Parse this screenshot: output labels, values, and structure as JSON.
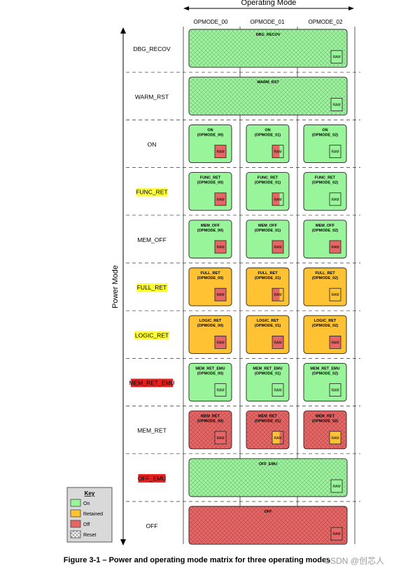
{
  "header": {
    "title": "Operating Mode"
  },
  "axis": {
    "power_label": "Power Mode"
  },
  "columns": [
    "OPMODE_00",
    "OPMODE_01",
    "OPMODE_02"
  ],
  "ram_label": "RAM",
  "colors": {
    "on": "#99f599",
    "retained": "#ffc233",
    "off": "#e66666",
    "highlight_yellow": "#ffff33",
    "highlight_red": "#e62020",
    "border": "#222222"
  },
  "rows": [
    {
      "label": "DBG_RECOV",
      "highlight": "",
      "span": true,
      "color": "on",
      "reset": true,
      "cells": [
        {
          "name": "DBG_RECOV",
          "sub": "",
          "ram": "on"
        }
      ]
    },
    {
      "label": "WARM_RST",
      "highlight": "",
      "span": true,
      "color": "on",
      "reset": true,
      "cells": [
        {
          "name": "WARM_RST",
          "sub": "",
          "ram": "on"
        }
      ]
    },
    {
      "label": "ON",
      "highlight": "",
      "span": false,
      "color": "on",
      "reset": false,
      "cells": [
        {
          "name": "ON",
          "sub": "(OPMODE_00)",
          "ram": "off"
        },
        {
          "name": "ON",
          "sub": "(OPMODE_01)",
          "ram": "off-on"
        },
        {
          "name": "ON",
          "sub": "(OPMODE_02)",
          "ram": "on"
        }
      ]
    },
    {
      "label": "FUNC_RET",
      "highlight": "yellow",
      "span": false,
      "color": "on",
      "reset": false,
      "cells": [
        {
          "name": "FUNC_RET",
          "sub": "(OPMODE_00)",
          "ram": "off"
        },
        {
          "name": "FUNC_RET",
          "sub": "(OPMODE_01)",
          "ram": "off-on"
        },
        {
          "name": "FUNC_RET",
          "sub": "(OPMODE_02)",
          "ram": "on"
        }
      ]
    },
    {
      "label": "MEM_OFF",
      "highlight": "",
      "span": false,
      "color": "on",
      "reset": false,
      "cells": [
        {
          "name": "MEM_OFF",
          "sub": "(OPMODE_00)",
          "ram": "off"
        },
        {
          "name": "MEM_OFF",
          "sub": "(OPMODE_01)",
          "ram": "off"
        },
        {
          "name": "MEM_OFF",
          "sub": "(OPMODE_02)",
          "ram": "off"
        }
      ]
    },
    {
      "label": "FULL_RET",
      "highlight": "yellow",
      "span": false,
      "color": "retained",
      "reset": false,
      "cells": [
        {
          "name": "FULL_RET",
          "sub": "(OPMODE_00)",
          "ram": "off"
        },
        {
          "name": "FULL_RET",
          "sub": "(OPMODE_01)",
          "ram": "off-ret"
        },
        {
          "name": "FULL_RET",
          "sub": "(OPMODE_02)",
          "ram": "retained"
        }
      ]
    },
    {
      "label": "LOGIC_RET",
      "highlight": "yellow",
      "span": false,
      "color": "retained",
      "reset": false,
      "cells": [
        {
          "name": "LOGIC_RET",
          "sub": "(OPMODE_00)",
          "ram": "off"
        },
        {
          "name": "LOGIC_RET",
          "sub": "(OPMODE_01)",
          "ram": "off"
        },
        {
          "name": "LOGIC_RET",
          "sub": "(OPMODE_02)",
          "ram": "off"
        }
      ]
    },
    {
      "label": "MEM_RET_EMU",
      "highlight": "red",
      "span": false,
      "color": "on",
      "reset": false,
      "cells": [
        {
          "name": "MEM_RET_EMU",
          "sub": "(OPMODE_00)",
          "ram": "on"
        },
        {
          "name": "MEM_RET_EMU",
          "sub": "(OPMODE_01)",
          "ram": "on"
        },
        {
          "name": "MEM_RET_EMU",
          "sub": "(OPMODE_02)",
          "ram": "on"
        }
      ]
    },
    {
      "label": "MEM_RET",
      "highlight": "",
      "span": false,
      "color": "off",
      "reset": true,
      "cells": [
        {
          "name": "MEM_RET",
          "sub": "(OPMODE_00)",
          "ram": "off"
        },
        {
          "name": "MEM_RET",
          "sub": "(OPMODE_01)",
          "ram": "ret-off"
        },
        {
          "name": "MEM_RET",
          "sub": "(OPMODE_02)",
          "ram": "retained"
        }
      ]
    },
    {
      "label": "OFF_EMU",
      "highlight": "red",
      "span": true,
      "color": "on",
      "reset": true,
      "cells": [
        {
          "name": "OFF_EMU",
          "sub": "",
          "ram": "on"
        }
      ]
    },
    {
      "label": "OFF",
      "highlight": "",
      "span": true,
      "color": "off",
      "reset": true,
      "cells": [
        {
          "name": "OFF",
          "sub": "",
          "ram": "off"
        }
      ]
    }
  ],
  "key": {
    "title": "Key",
    "items": [
      {
        "label": "On",
        "swatch": "on"
      },
      {
        "label": "Retained",
        "swatch": "retained"
      },
      {
        "label": "Off",
        "swatch": "off"
      },
      {
        "label": "Reset",
        "swatch": "reset"
      }
    ]
  },
  "caption": "Figure 3-1 – Power and operating mode matrix for three operating modes",
  "watermark": "CSDN @创芯人"
}
